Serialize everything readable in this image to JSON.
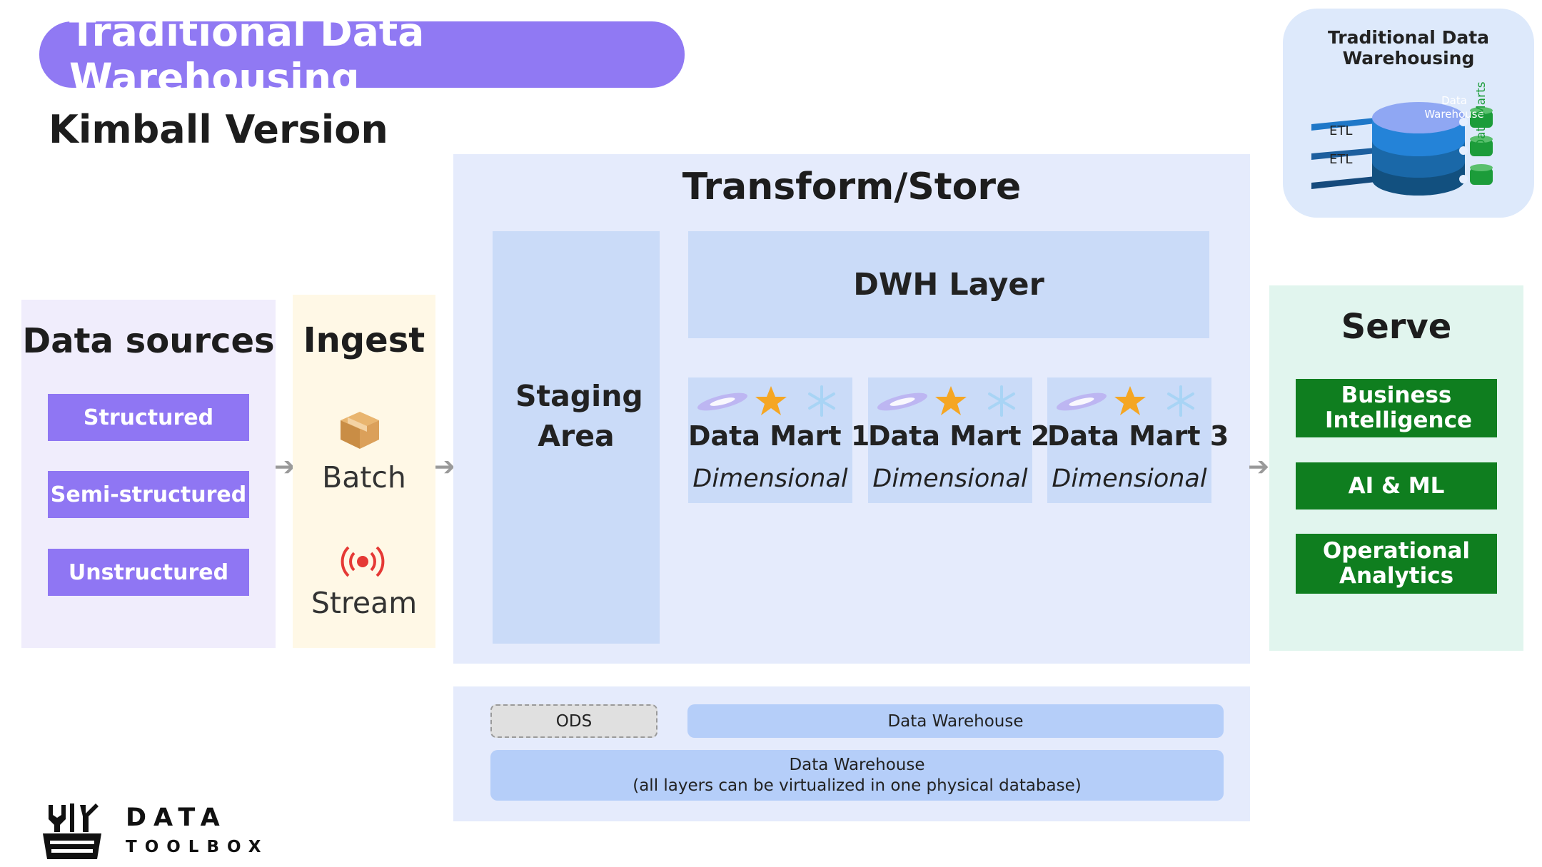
{
  "header": {
    "title": "Traditional Data Warehousing",
    "subtitle": "Kimball Version"
  },
  "sources": {
    "heading": "Data sources",
    "items": [
      "Structured",
      "Semi-structured",
      "Unstructured"
    ]
  },
  "ingest": {
    "heading": "Ingest",
    "batch": "Batch",
    "stream": "Stream"
  },
  "transform": {
    "heading": "Transform/Store",
    "staging": "Staging Area",
    "dwh": "DWH Layer",
    "marts": [
      {
        "title": "Data Mart 1",
        "sub": "Dimensional"
      },
      {
        "title": "Data Mart 2",
        "sub": "Dimensional"
      },
      {
        "title": "Data Mart 3",
        "sub": "Dimensional"
      }
    ]
  },
  "serve": {
    "heading": "Serve",
    "items": [
      "Business Intelligence",
      "AI & ML",
      "Operational Analytics"
    ]
  },
  "bottom": {
    "ods": "ODS",
    "dw": "Data Warehouse",
    "dw_big_line1": "Data Warehouse",
    "dw_big_line2": "(all layers can be virtualized in one physical database)"
  },
  "thumbnail": {
    "title": "Traditional Data Warehousing",
    "db_label": "Data Warehouse",
    "etl1": "ETL",
    "etl2": "ETL",
    "marts_label": "Data Marts"
  },
  "logo": {
    "line1": "DATA",
    "line2": "TOOLBOX"
  },
  "colors": {
    "purple": "#8f76f3",
    "green": "#0f7e1f",
    "panel_blue": "#e5ebfc",
    "inner_blue": "#cadbf8",
    "star": "#f5a623"
  },
  "icons": [
    "box-icon",
    "broadcast-icon",
    "galaxy-icon",
    "star-icon",
    "snowflake-icon",
    "arrow-right-icon",
    "toolbox-logo-icon",
    "database-icon"
  ]
}
